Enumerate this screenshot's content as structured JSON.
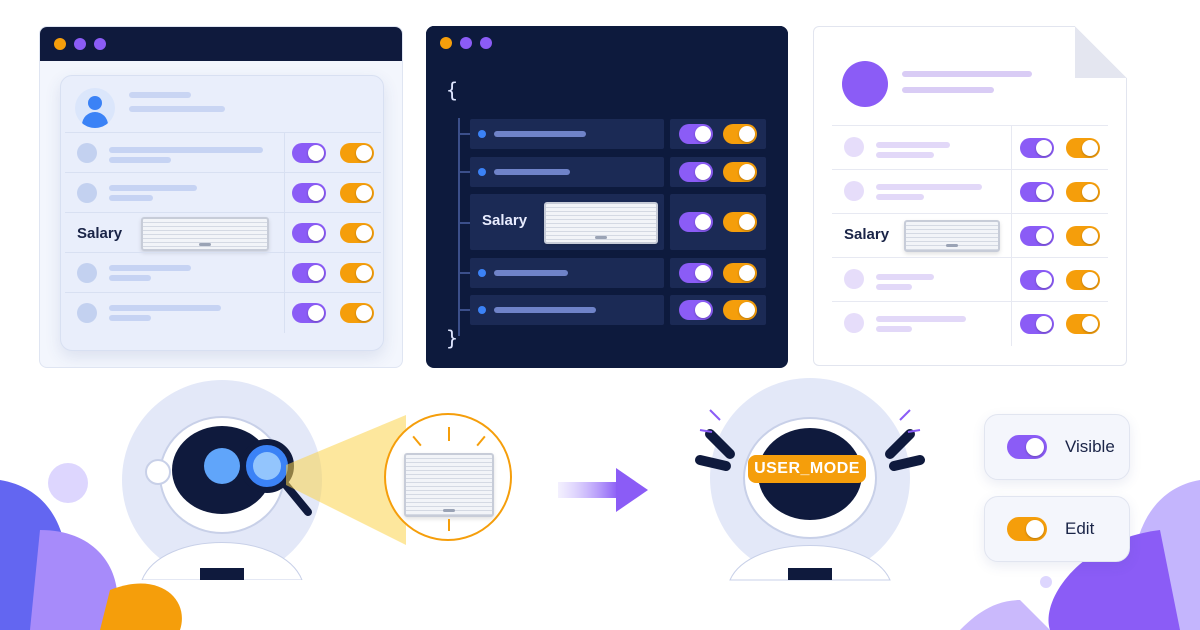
{
  "panels": {
    "protected_view": {
      "sensitive_label": "Salary"
    },
    "json_view": {
      "open_brace": "{",
      "close_brace": "}",
      "sensitive_label": "Salary"
    },
    "document_view": {
      "sensitive_label": "Salary"
    }
  },
  "robot_mode": {
    "visor_text": "USER_MODE"
  },
  "permission_options": [
    {
      "label": "Visible",
      "toggle_color": "#8b5cf6"
    },
    {
      "label": "Edit",
      "toggle_color": "#f59e0b"
    }
  ],
  "colors": {
    "purple": "#8b5cf6",
    "orange": "#f59e0b",
    "navy": "#0d1a3d",
    "blue": "#3b82f6"
  }
}
